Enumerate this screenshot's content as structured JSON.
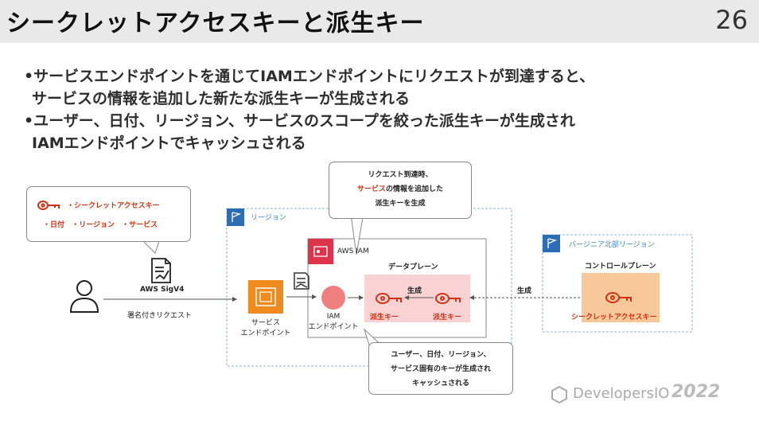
{
  "header": {
    "title": "シークレットアクセスキーと派生キー",
    "page_number": "26"
  },
  "bullets": [
    "•サービスエンドポイントを通じてIAMエンドポイントにリクエストが到達すると、",
    "サービスの情報を追加した新たな派生キーが生成される",
    "•ユーザー、日付、リージョン、サービスのスコープを絞った派生キーが生成され",
    "IAMエンドポイントでキャッシュされる"
  ],
  "diagram": {
    "left_callout": {
      "line1_prefix": "・",
      "line1_text": "シークレットアクセスキー",
      "line2_prefix1": "・",
      "line2_item1": "日付",
      "line2_prefix2": "・",
      "line2_item2": "リージョン",
      "line2_prefix3": "・",
      "line2_item3": "サービス"
    },
    "sigv4_label": "AWS SigV4",
    "request_label": "署名付きリクエスト",
    "region_label": "リージョン",
    "service_endpoint_label1": "サービス",
    "service_endpoint_label2": "エンドポイント",
    "aws_iam_label": "AWS IAM",
    "iam_label1": "IAM",
    "iam_label2": "エンドポイント",
    "data_plane_label": "データプレーン",
    "generate_label": "生成",
    "derived_key_label": "派生キー",
    "top_callout": {
      "line1": "リクエスト到達時、",
      "line2_highlight": "サービス",
      "line2_rest": "の情報を追加した",
      "line3": "派生キーを生成"
    },
    "bottom_callout": {
      "line1": "ユーザー、日付、リージョン、",
      "line2": "サービス固有のキーが生成され",
      "line3": "キャッシュされる"
    },
    "virginia_label": "バージニア北部リージョン",
    "control_plane_label": "コントロールプレーン",
    "generate_label2": "生成",
    "secret_key_label": "シークレットアクセスキー",
    "colors": {
      "key_red": "#d13212",
      "service_orange": "#ef8b1e",
      "plane_pink": "#f9d2d3",
      "control_orange": "#f7c99a",
      "iam_red": "#dd344c",
      "flag_blue": "#2d6db5"
    }
  },
  "footer": {
    "brand": "DevelopersIO",
    "year": "2022"
  }
}
